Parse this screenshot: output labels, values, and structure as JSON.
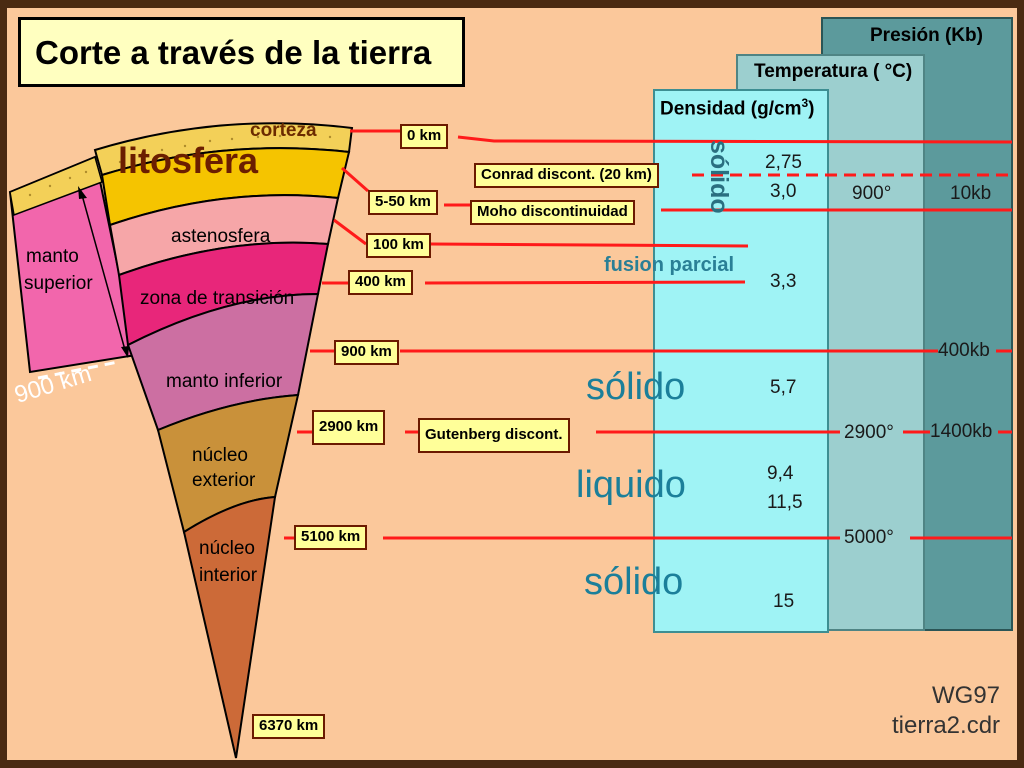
{
  "title": "Corte a través de la tierra",
  "columns": {
    "pressure": "Presión (Kb)",
    "temperature": "Temperatura ( °C)",
    "density_prefix": "Densidad (g/cm",
    "density_sup": "3",
    "density_suffix": ")"
  },
  "layers": {
    "corteza": "corteza",
    "litosfera": "litosfera",
    "astenosfera": "astenosfera",
    "transicion": "zona de transición",
    "manto_inferior": "manto inferior",
    "nucleo_exterior_1": "núcleo",
    "nucleo_exterior_2": "exterior",
    "nucleo_interior_1": "núcleo",
    "nucleo_interior_2": "interior",
    "manto_superior_1": "manto",
    "manto_superior_2": "superior",
    "depth_900": "900 km"
  },
  "depths": {
    "d0": "0 km",
    "d5_50": "5-50 km",
    "d100": "100 km",
    "d400": "400 km",
    "d900": "900 km",
    "d2900": "2900 km",
    "d5100": "5100 km",
    "d6370": "6370 km"
  },
  "discontinuities": {
    "conrad": "Conrad discont. (20 km)",
    "moho": "Moho discontinuidad",
    "gutenberg": "Gutenberg discont."
  },
  "states": {
    "solido_vertical": "sólido",
    "fusion": "fusion parcial",
    "solido_1": "sólido",
    "liquido": "liquido",
    "solido_2": "sólido"
  },
  "density_values": {
    "v275": "2,75",
    "v30": "3,0",
    "v33": "3,3",
    "v57": "5,7",
    "v94": "9,4",
    "v115": "11,5",
    "v15": "15"
  },
  "temperature_values": {
    "t900": "900°",
    "t2900": "2900°",
    "t5000": "5000°"
  },
  "pressure_values": {
    "p10": "10kb",
    "p400": "400kb",
    "p1400": "1400kb"
  },
  "credit": {
    "line1": "WG97",
    "line2": "tierra2.cdr"
  }
}
